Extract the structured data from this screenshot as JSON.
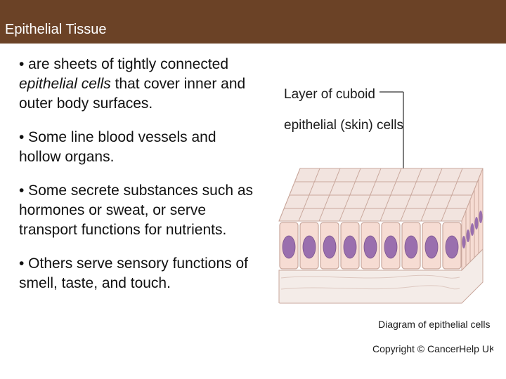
{
  "slide": {
    "title": "Epithelial Tissue",
    "bullets": [
      {
        "prefix": "• are sheets of tightly connected ",
        "emphasis": "epithelial cells",
        "suffix": " that cover inner and outer body surfaces."
      },
      {
        "text": "• Some line blood vessels and hollow organs."
      },
      {
        "text": "• Some secrete substances such as hormones or sweat, or serve transport functions for nutrients."
      },
      {
        "text": "• Others serve sensory functions of smell, taste, and touch."
      }
    ]
  },
  "figure": {
    "label_line1": "Layer of cuboid",
    "label_line2": "epithelial (skin) cells",
    "caption": "Diagram of epithelial cells",
    "copyright": "Copyright © CancerHelp UK",
    "colors": {
      "title_bar": "#6b4226",
      "cell_body": "#f6dcd3",
      "cell_outline": "#c9a79c",
      "nucleus": "#9a6fae",
      "cell_top": "#f2e4df",
      "underlying_tissue": "#f4ece8"
    }
  }
}
